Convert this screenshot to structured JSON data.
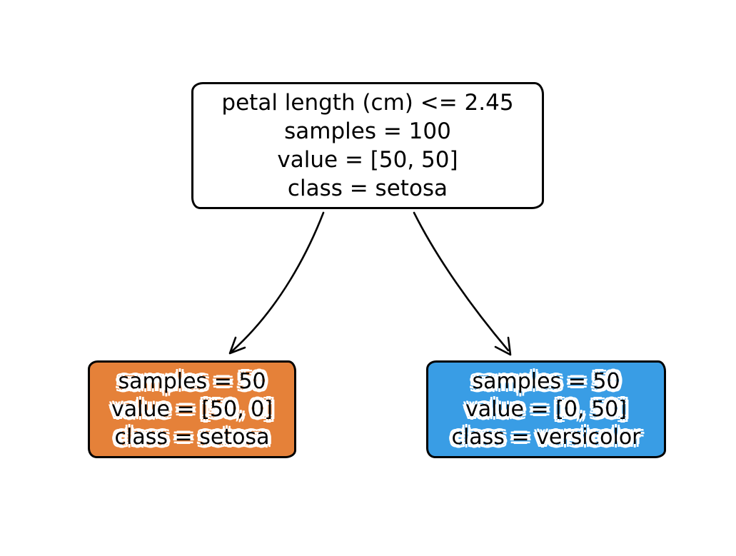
{
  "figure": {
    "type": "decision-tree",
    "background": "#ffffff",
    "colors": {
      "node_border": "#000000",
      "edge": "#000000",
      "text": "#000000",
      "text_halo": "#ffffff"
    }
  },
  "tree": {
    "root": {
      "fill": "#ffffff",
      "lines": [
        "petal length (cm) <= 2.45",
        "samples = 100",
        "value = [50, 50]",
        "class = setosa"
      ]
    },
    "left_leaf": {
      "fill": "#e58139",
      "lines": [
        "samples = 50",
        "value = [50, 0]",
        "class = setosa"
      ]
    },
    "right_leaf": {
      "fill": "#399de5",
      "lines": [
        "samples = 50",
        "value = [0, 50]",
        "class = versicolor"
      ]
    }
  }
}
